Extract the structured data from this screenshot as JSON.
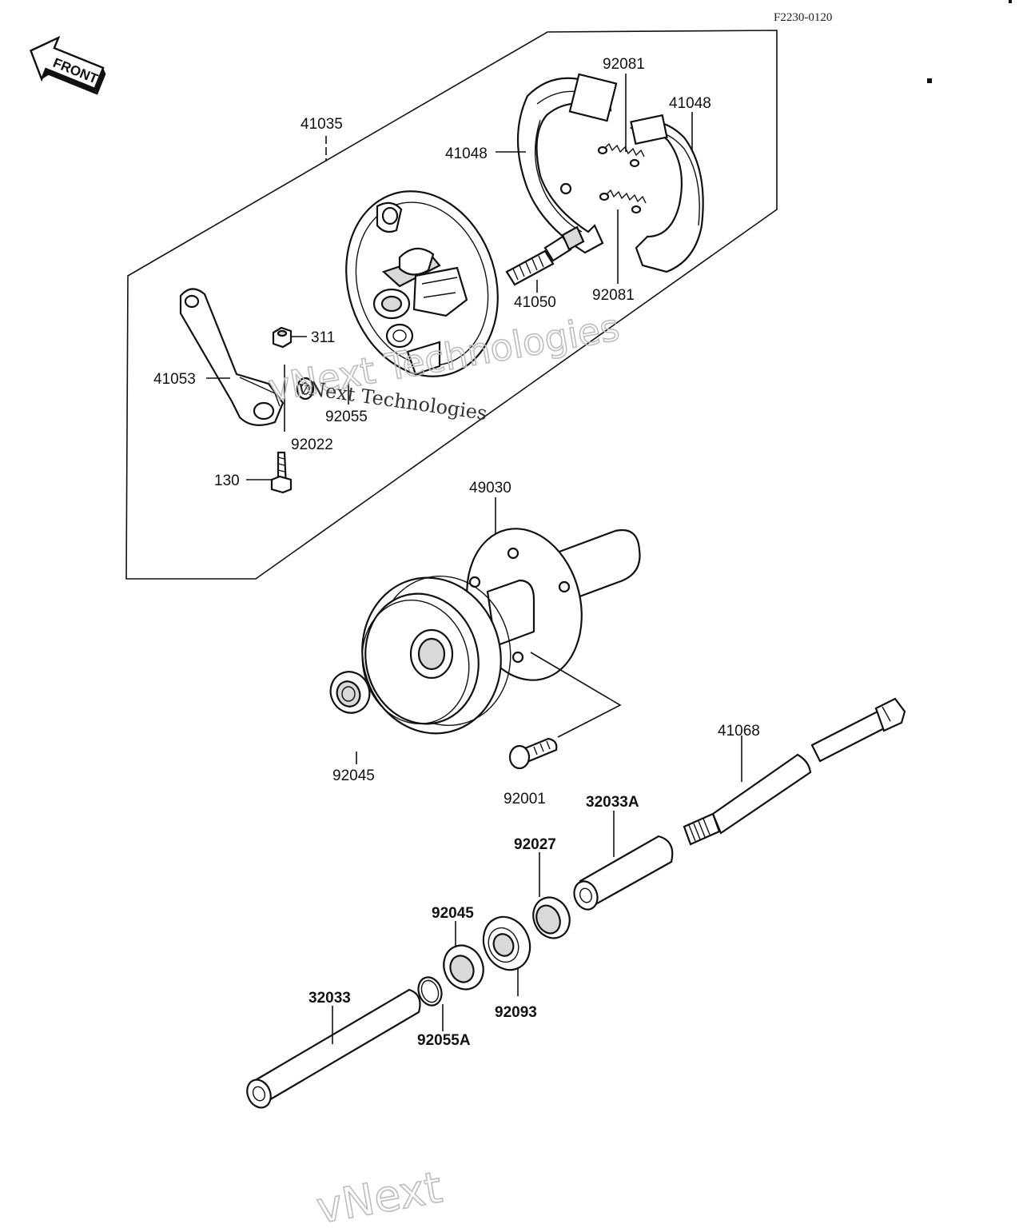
{
  "drawing_code": "F2230-0120",
  "front_label": "FRONT",
  "watermarks": [
    "vNext Technologies",
    "vNext Technologies",
    "vNext"
  ],
  "labels": {
    "p41035": "41035",
    "p92081a": "92081",
    "p41048a": "41048",
    "p41048b": "41048",
    "p41050": "41050",
    "p92081b": "92081",
    "p311": "311",
    "p41053": "41053",
    "p92055": "92055",
    "p92022": "92022",
    "p130": "130",
    "p49030": "49030",
    "p92045a": "92045",
    "p92001": "92001",
    "p41068": "41068",
    "p32033A": "32033A",
    "p92027": "92027",
    "p92045b": "92045",
    "p92093": "92093",
    "p32033": "32033",
    "p92055A": "92055A"
  }
}
